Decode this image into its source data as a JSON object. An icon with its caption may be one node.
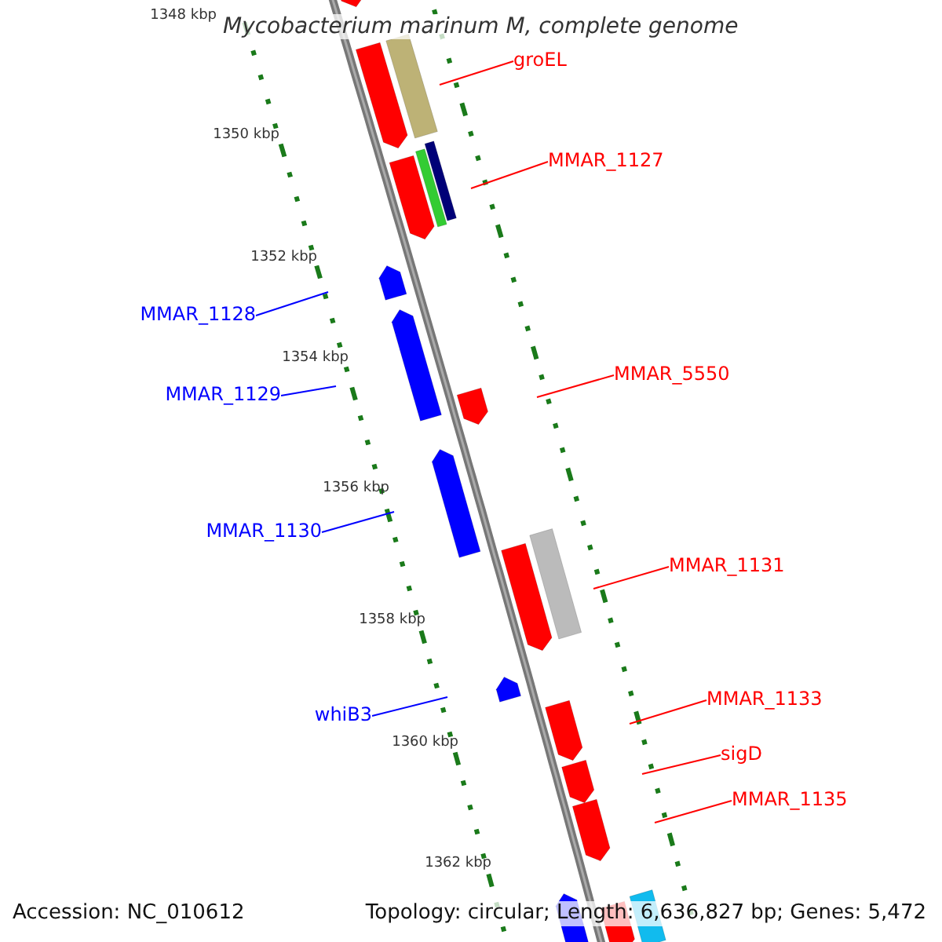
{
  "diagram": {
    "title": "Mycobacterium marinum M, complete genome",
    "nodes": [
      {
        "text": [
          "groEL"
        ]
      },
      {
        "text": [
          "MMAR_1127"
        ]
      },
      {
        "text": [
          "MMAR_1128"
        ]
      },
      {
        "text": [
          "MMAR_5550"
        ]
      },
      {
        "text": [
          "MMAR_1129"
        ]
      },
      {
        "text": [
          "MMAR_1130"
        ]
      },
      {
        "text": [
          "MMAR_1131"
        ]
      },
      {
        "text": [
          "MMAR_1133"
        ]
      },
      {
        "text": [
          "whiB3"
        ]
      },
      {
        "text": [
          "sigD"
        ]
      },
      {
        "text": [
          "MMAR_1135"
        ]
      }
    ],
    "edges": [
      {
        "from": 0,
        "to": null,
        "arrow": "none"
      },
      {
        "from": 1,
        "to": null,
        "arrow": "none"
      },
      {
        "from": 2,
        "to": null,
        "arrow": "none",
        "color": "#0000ff"
      },
      {
        "from": 3,
        "to": null,
        "arrow": "none"
      },
      {
        "from": 4,
        "to": null,
        "arrow": "none",
        "color": "#0000ff"
      },
      {
        "from": 5,
        "to": null,
        "arrow": "none",
        "color": "#0000ff"
      },
      {
        "from": 6,
        "to": null,
        "arrow": "none"
      },
      {
        "from": 7,
        "to": null,
        "arrow": "none"
      },
      {
        "from": 8,
        "to": null,
        "arrow": "none",
        "color": "#0000ff"
      },
      {
        "from": 9,
        "to": null,
        "arrow": "none"
      },
      {
        "from": 10,
        "to": null,
        "arrow": "none"
      }
    ],
    "labels": [
      "1348 kbp",
      "1350 kbp",
      "1352 kbp",
      "1354 kbp",
      "1356 kbp",
      "1358 kbp",
      "1360 kbp",
      "1362 kbp",
      "Accession: NC_010612",
      "Topology: circular; Length: 6,636,827 bp; Genes: 5,472"
    ]
  }
}
